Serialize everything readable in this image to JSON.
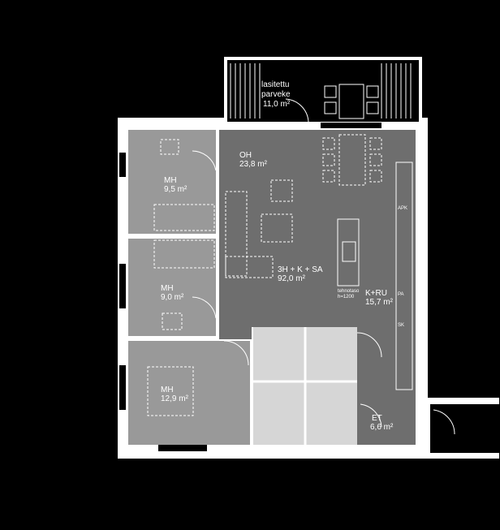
{
  "plan": {
    "colors": {
      "background": "#000000",
      "walls": "#ffffff",
      "living": "#6e6e6e",
      "bedrooms": "#999999",
      "bath": "#d6d6d6"
    },
    "rooms": [
      {
        "id": "balcony",
        "line1": "lasitettu",
        "line2": "parveke",
        "area": "11,0 m²"
      },
      {
        "id": "oh",
        "name": "OH",
        "area": "23,8 m²"
      },
      {
        "id": "mh1",
        "name": "MH",
        "area": "9,5 m²"
      },
      {
        "id": "mh2",
        "name": "MH",
        "area": "9,0 m²"
      },
      {
        "id": "mh3",
        "name": "MH",
        "area": "12,9 m²"
      },
      {
        "id": "apt",
        "name": "3H + K + SA",
        "area": "92,0 m²"
      },
      {
        "id": "kru",
        "name": "K+RU",
        "area": "15,7 m²"
      },
      {
        "id": "et",
        "name": "ET",
        "area": "6,6 m²"
      }
    ],
    "small_labels": {
      "apk": "APK",
      "pa": "PA",
      "sk": "SK",
      "bench1": "tehnotaso",
      "bench2": "h=1200"
    }
  }
}
